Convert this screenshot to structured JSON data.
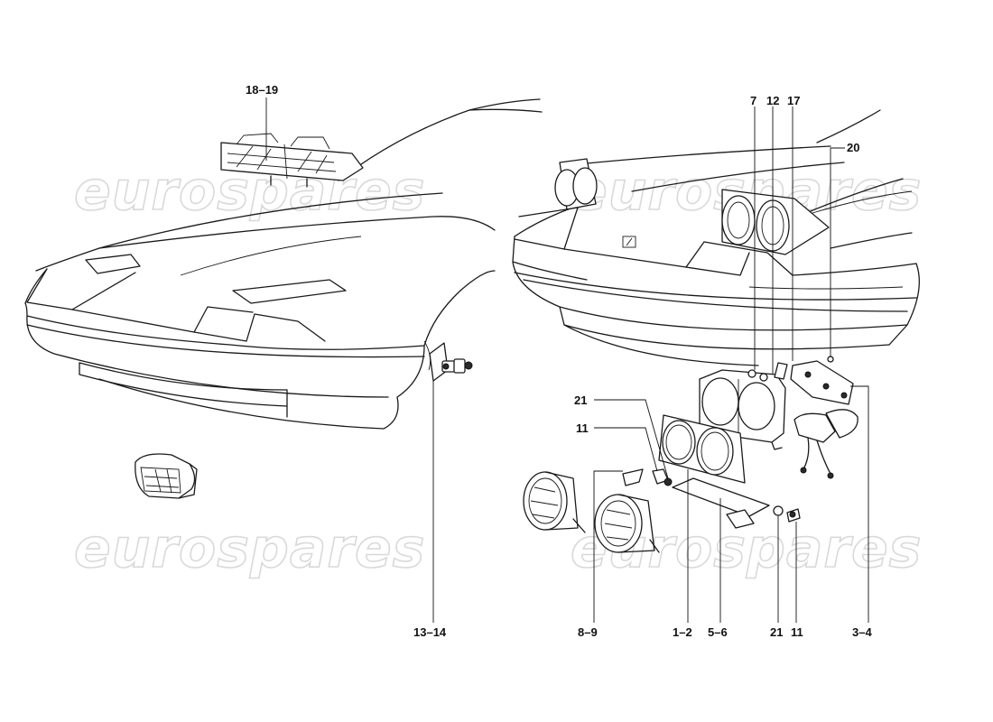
{
  "watermark": {
    "text": "eurospares"
  },
  "callouts": [
    {
      "id": "18-19",
      "text": "18–19"
    },
    {
      "id": "7",
      "text": "7"
    },
    {
      "id": "12",
      "text": "12"
    },
    {
      "id": "17",
      "text": "17"
    },
    {
      "id": "20",
      "text": "20"
    },
    {
      "id": "21a",
      "text": "21"
    },
    {
      "id": "11a",
      "text": "11"
    },
    {
      "id": "13-14",
      "text": "13–14"
    },
    {
      "id": "8-9",
      "text": "8–9"
    },
    {
      "id": "1-2",
      "text": "1–2"
    },
    {
      "id": "5-6",
      "text": "5–6"
    },
    {
      "id": "21b",
      "text": "21"
    },
    {
      "id": "11b",
      "text": "11"
    },
    {
      "id": "3-4",
      "text": "3–4"
    }
  ]
}
